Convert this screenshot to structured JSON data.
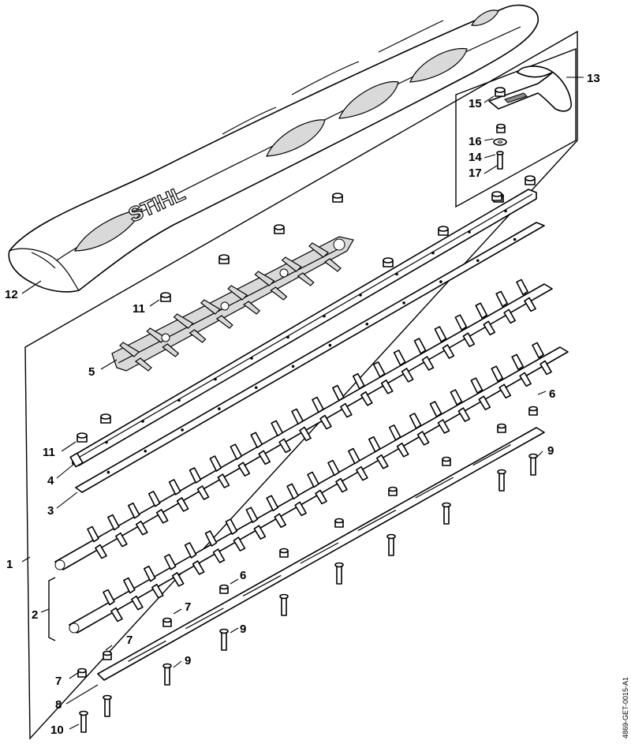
{
  "callouts": {
    "c1": "1",
    "c2": "2",
    "c3": "3",
    "c4": "4",
    "c5": "5",
    "c6a": "6",
    "c6b": "6",
    "c7a": "7",
    "c7b": "7",
    "c7c": "7",
    "c8": "8",
    "c9a": "9",
    "c9b": "9",
    "c9c": "9",
    "c10": "10",
    "c11a": "11",
    "c11b": "11",
    "c12": "12",
    "c13": "13",
    "c14": "14",
    "c15": "15",
    "c16": "16",
    "c17": "17"
  },
  "logo_text": "STIHL",
  "document_id": "4869-GET-0015-A1"
}
